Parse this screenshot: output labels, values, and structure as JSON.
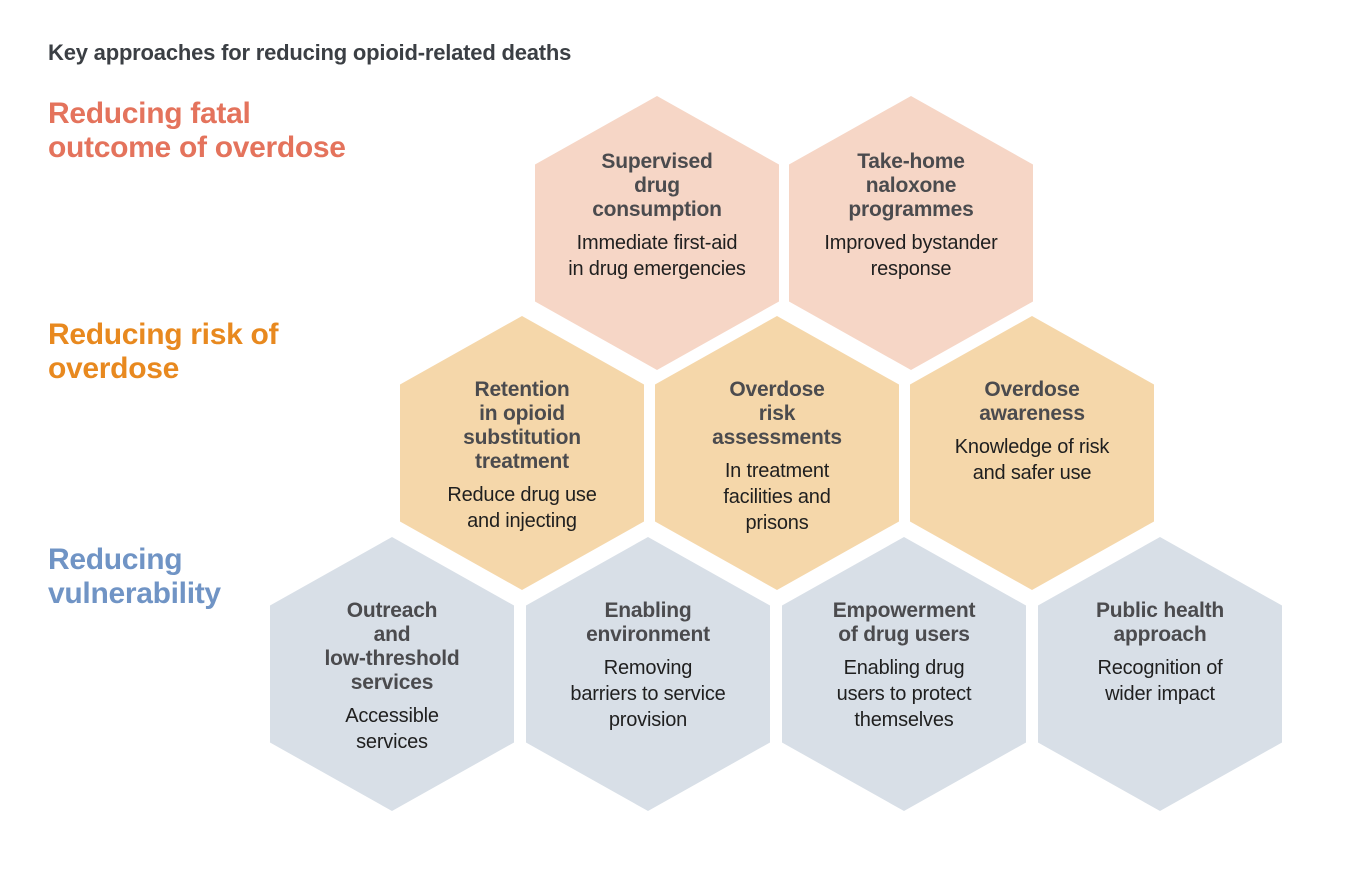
{
  "title": "Key approaches for reducing opioid-related deaths",
  "colors": {
    "title_text": "#3b3f44",
    "hex_heading_text": "#4b4b4e",
    "hex_body_text": "#1f1f1f",
    "row1_fill": "#f6d6c6",
    "row2_fill": "#f5d7aa",
    "row3_fill": "#d8dfe7",
    "label1_text": "#e4735c",
    "label2_text": "#e8891f",
    "label3_text": "#7094c5"
  },
  "row_labels": [
    {
      "text": "Reducing fatal\noutcome of overdose"
    },
    {
      "text": "Reducing risk of\noverdose"
    },
    {
      "text": "Reducing\nvulnerability"
    }
  ],
  "hexagons": [
    {
      "row": 1,
      "heading": "Supervised\ndrug\nconsumption",
      "body": "Immediate first-aid\nin drug emergencies"
    },
    {
      "row": 1,
      "heading": "Take-home\nnaloxone\nprogrammes",
      "body": "Improved bystander\nresponse"
    },
    {
      "row": 2,
      "heading": "Retention\nin opioid\nsubstitution\ntreatment",
      "body": "Reduce drug use\nand injecting"
    },
    {
      "row": 2,
      "heading": "Overdose\nrisk\nassessments",
      "body": "In treatment\nfacilities and\nprisons"
    },
    {
      "row": 2,
      "heading": "Overdose\nawareness",
      "body": "Knowledge of risk\nand safer use"
    },
    {
      "row": 3,
      "heading": "Outreach\nand\nlow-threshold\nservices",
      "body": "Accessible\nservices"
    },
    {
      "row": 3,
      "heading": "Enabling\nenvironment",
      "body": "Removing\nbarriers to service\nprovision"
    },
    {
      "row": 3,
      "heading": "Empowerment\nof drug users",
      "body": "Enabling drug\nusers to protect\nthemselves"
    },
    {
      "row": 3,
      "heading": "Public health\napproach",
      "body": "Recognition of\nwider impact"
    }
  ]
}
